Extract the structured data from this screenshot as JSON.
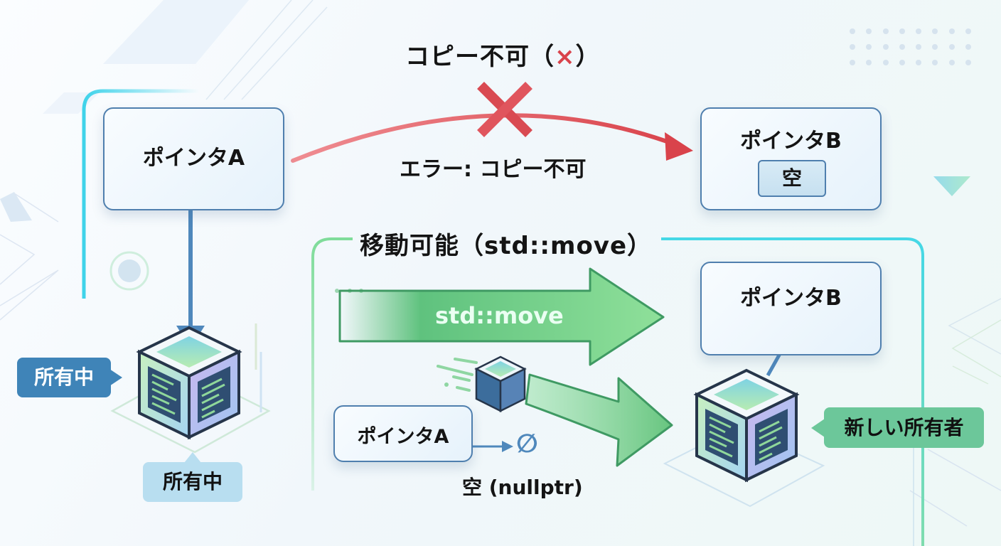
{
  "copy_section": {
    "title": "コピー不可",
    "title_paren_open": "（",
    "title_mark": "×",
    "title_paren_close": "）",
    "error_label": "エラー: コピー不可",
    "pointer_a": {
      "label": "ポインタA"
    },
    "pointer_b": {
      "label": "ポインタB",
      "state_chip": "空"
    },
    "owner_tag_side": "所有中",
    "owner_tag_below": "所有中"
  },
  "move_section": {
    "title": "移動可能（std::move）",
    "arrow_label": "std::move",
    "pointer_a": {
      "label": "ポインタA",
      "null_symbol": "∅",
      "null_caption": "空 (nullptr)"
    },
    "pointer_b": {
      "label": "ポインタB"
    },
    "new_owner_tag": "新しい所有者"
  },
  "colors": {
    "error_red": "#d9434b",
    "move_green": "#5fc27e",
    "pointer_blue": "#4f7fae",
    "owner_blue": "#3f84b8",
    "new_owner_green": "#6cc79a"
  }
}
